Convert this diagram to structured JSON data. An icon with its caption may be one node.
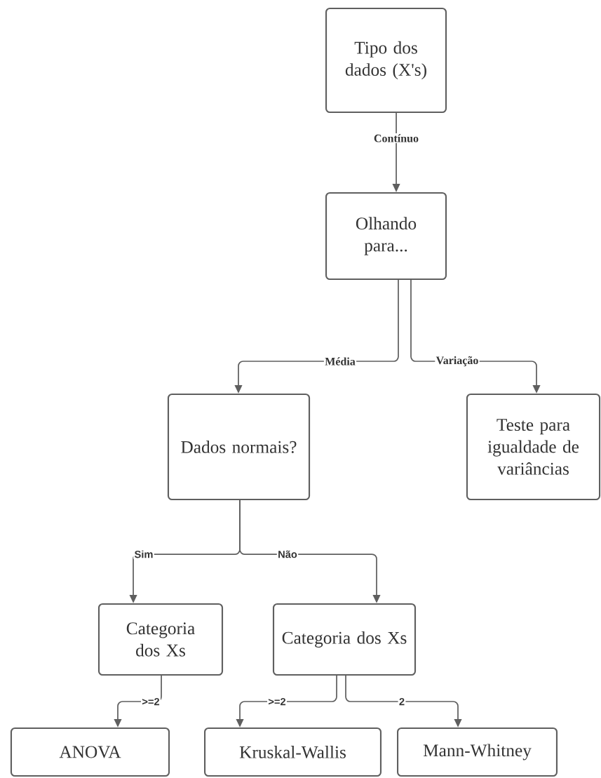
{
  "diagram": {
    "nodes": [
      {
        "text": [
          "Tipo dos dados (X's)"
        ]
      },
      {
        "text": [
          "Olhando para..."
        ]
      },
      {
        "text": [
          "Dados normais?"
        ]
      },
      {
        "text": [
          "Teste para igualdade de variâncias"
        ]
      },
      {
        "text": [
          "Categoria dos Xs"
        ]
      },
      {
        "text": [
          "Categoria dos Xs"
        ]
      },
      {
        "text": [
          "ANOVA"
        ]
      },
      {
        "text": [
          "Kruskal-Wallis"
        ]
      },
      {
        "text": [
          "Mann-Whitney"
        ]
      }
    ],
    "edges": [
      {
        "from": 0,
        "to": 1,
        "arrow": "to",
        "label": "Contínuo"
      },
      {
        "from": 1,
        "to": 2,
        "arrow": "to",
        "label": "Média"
      },
      {
        "from": 1,
        "to": 3,
        "arrow": "to",
        "label": "Variação"
      },
      {
        "from": 2,
        "to": 4,
        "arrow": "to",
        "label": "Sim"
      },
      {
        "from": 2,
        "to": 5,
        "arrow": "to",
        "label": "Não"
      },
      {
        "from": 4,
        "to": 6,
        "arrow": "to",
        "label": ">=2"
      },
      {
        "from": 5,
        "to": 7,
        "arrow": "to",
        "label": ">=2"
      },
      {
        "from": 5,
        "to": 8,
        "arrow": "to",
        "label": "2"
      }
    ]
  }
}
